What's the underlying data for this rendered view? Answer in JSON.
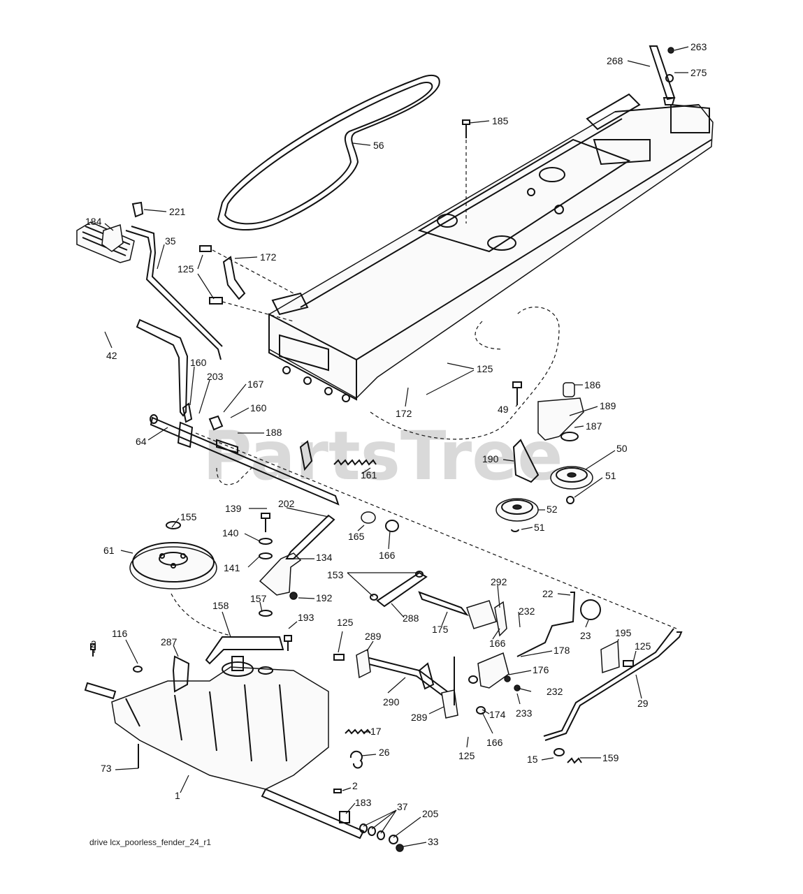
{
  "watermark": {
    "text": "PartsTree",
    "trademark": "™"
  },
  "file_label": "drive lcx_poorless_fender_24_r1",
  "callouts": {
    "c263": "263",
    "c268": "268",
    "c275": "275",
    "c185": "185",
    "c56": "56",
    "c221": "221",
    "c184": "184",
    "c35": "35",
    "c172a": "172",
    "c125a": "125",
    "c42": "42",
    "c160a": "160",
    "c203": "203",
    "c167": "167",
    "c160b": "160",
    "c64": "64",
    "c188": "188",
    "c125b": "125",
    "c172b": "172",
    "c49": "49",
    "c186": "186",
    "c189": "189",
    "c187": "187",
    "c161": "161",
    "c190": "190",
    "c50": "50",
    "c51a": "51",
    "c52": "52",
    "c51b": "51",
    "c155": "155",
    "c139": "139",
    "c202": "202",
    "c165": "165",
    "c166a": "166",
    "c61": "61",
    "c140": "140",
    "c141": "141",
    "c134": "134",
    "c153": "153",
    "c292": "292",
    "c22": "22",
    "c157": "157",
    "c192": "192",
    "c288": "288",
    "c232a": "232",
    "c158": "158",
    "c193": "193",
    "c175": "175",
    "c166b": "166",
    "c23": "23",
    "c195": "195",
    "c125c": "125",
    "c125d": "125",
    "c116": "116",
    "c2a": "2",
    "c287": "287",
    "c289a": "289",
    "c178": "178",
    "c176": "176",
    "c232b": "232",
    "c290": "290",
    "c233": "233",
    "c29": "29",
    "c289b": "289",
    "c174": "174",
    "c17": "17",
    "c166c": "166",
    "c125e": "125",
    "c26": "26",
    "c73": "73",
    "c15": "15",
    "c159": "159",
    "c1": "1",
    "c2b": "2",
    "c183": "183",
    "c37": "37",
    "c205": "205",
    "c33": "33"
  }
}
